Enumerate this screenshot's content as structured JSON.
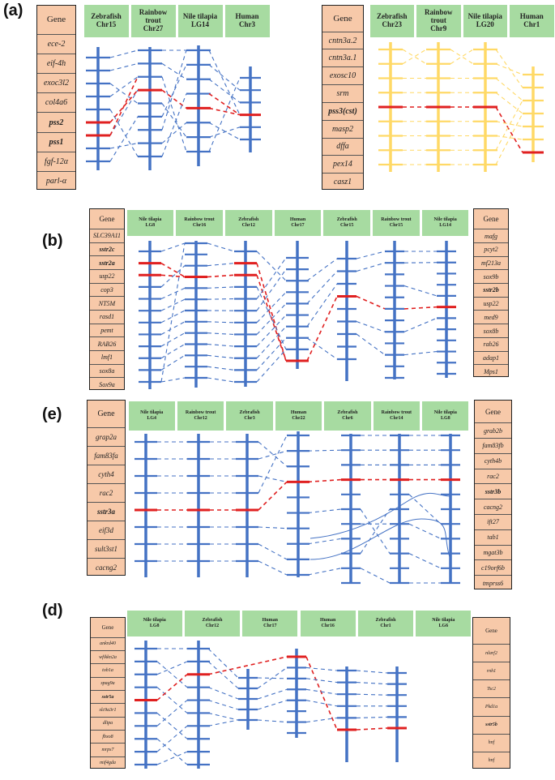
{
  "panel_labels": {
    "a": "(a)",
    "b": "(b)",
    "e": "(e)",
    "d": "(d)"
  },
  "gene_header": "Gene",
  "a_left": {
    "genes": [
      "ece-2",
      "eif-4h",
      "exoc3l2",
      "col4a6",
      "pss2",
      "pss1",
      "fgf-12α",
      "parl-α"
    ],
    "bold": [
      "pss2",
      "pss1"
    ],
    "species": [
      "Zebrafish\nChr15",
      "Rainbow\ntrout\nChr27",
      "Nile tilapia\nLG14",
      "Human\nChr3"
    ]
  },
  "a_right": {
    "genes": [
      "cntn3a.2",
      "cntn3a.1",
      "exosc10",
      "srm",
      "pss3(cst)",
      "masp2",
      "dffa",
      "pex14",
      "casz1"
    ],
    "bold": [
      "pss3(cst)"
    ],
    "species": [
      "Zebrafish\nChr23",
      "Rainbow trout\nChr9",
      "Nile tilapia\nLG20",
      "Human\nChr1"
    ]
  },
  "b": {
    "left_genes": [
      "SLC39A11",
      "sstr2c",
      "sstr2a",
      "usp22",
      "cop3",
      "NT5M",
      "rasd1",
      "pemt",
      "RAB26",
      "lmf1",
      "sox8a",
      "Sox9a"
    ],
    "right_genes": [
      "mafg",
      "pcyt2",
      "mf213a",
      "sox9b",
      "sstr2b",
      "usp22",
      "med9",
      "sox8b",
      "rab26",
      "adap1",
      "Mps1"
    ],
    "bold": [
      "sstr2c",
      "sstr2a",
      "sstr2b"
    ],
    "species": [
      "Nile tilapia\nLG8",
      "Rainbow trout\nChr16",
      "Zebrafish\nChr12",
      "Human\nChr17",
      "Zebrafish\nChr15",
      "Rainbow trout\nChr15",
      "Nile tilapia\nLG14"
    ]
  },
  "e": {
    "left_genes": [
      "grap2a",
      "fam83fa",
      "cyth4",
      "rac2",
      "sstr3a",
      "eif3d",
      "sult3st1",
      "cacng2"
    ],
    "right_genes": [
      "grab2b",
      "fam83fb",
      "cyth4b",
      "rac2",
      "sstr3b",
      "cacng2",
      "ift27",
      "tab1",
      "mgat3b",
      "c19orf6b",
      "tmprss6"
    ],
    "bold": [
      "sstr3a",
      "sstr3b"
    ],
    "species": [
      "Nile tilapia\nLG4",
      "Rainbow trout\nChr12",
      "Zebrafish\nChr3",
      "Human\nChr22",
      "Zebrafish\nChr6",
      "Rainbow trout\nChr14",
      "Nile tilapia\nLG8"
    ]
  },
  "d": {
    "left_genes": [
      "ankrd40",
      "wfikkn2a",
      "tob1a",
      "spag9a",
      "sstr5a",
      "slc9a3r1",
      "dlipa",
      "fbxo8",
      "mrps7",
      "mif4gda"
    ],
    "right_genes": [
      "nlarf2",
      "rnh1",
      "Tsc2",
      "Pkd1a",
      "sstr5b",
      "hnf",
      "hnf"
    ],
    "bold": [
      "sstr5a",
      "sstr5b"
    ],
    "species": [
      "Nile tilapia\nLG8",
      "Zebrafish\nChr12",
      "Human\nChr17",
      "Human\nChr16",
      "Zebrafish\nChr1",
      "Nile tilapia\nLG6"
    ]
  },
  "colors": {
    "gene_box": "#f7c9a9",
    "species_header": "#a7dba1",
    "blue_chrom": "#4472c4",
    "yellow_chrom": "#ffd966",
    "highlight": "#e02020"
  }
}
